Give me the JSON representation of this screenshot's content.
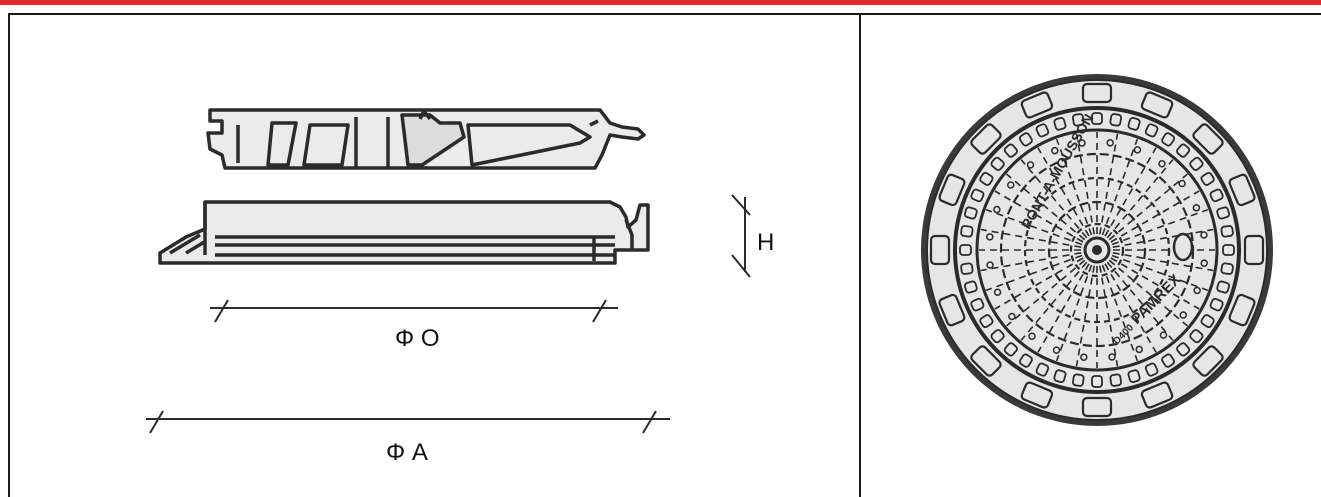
{
  "colors": {
    "accent_bar": "#e3262f",
    "line": "#2b2b2b",
    "section_fill": "#ebebeb",
    "cover_dark": "#3a3a3a",
    "cover_light": "#e6e6e6"
  },
  "dimensions": {
    "height_label": "H",
    "opening_label": "Φ O",
    "outer_label": "Φ A"
  },
  "cover_markings": {
    "maker": "PONT-A-MOUSSON",
    "product": "PAMREX",
    "class_text": "D400"
  }
}
